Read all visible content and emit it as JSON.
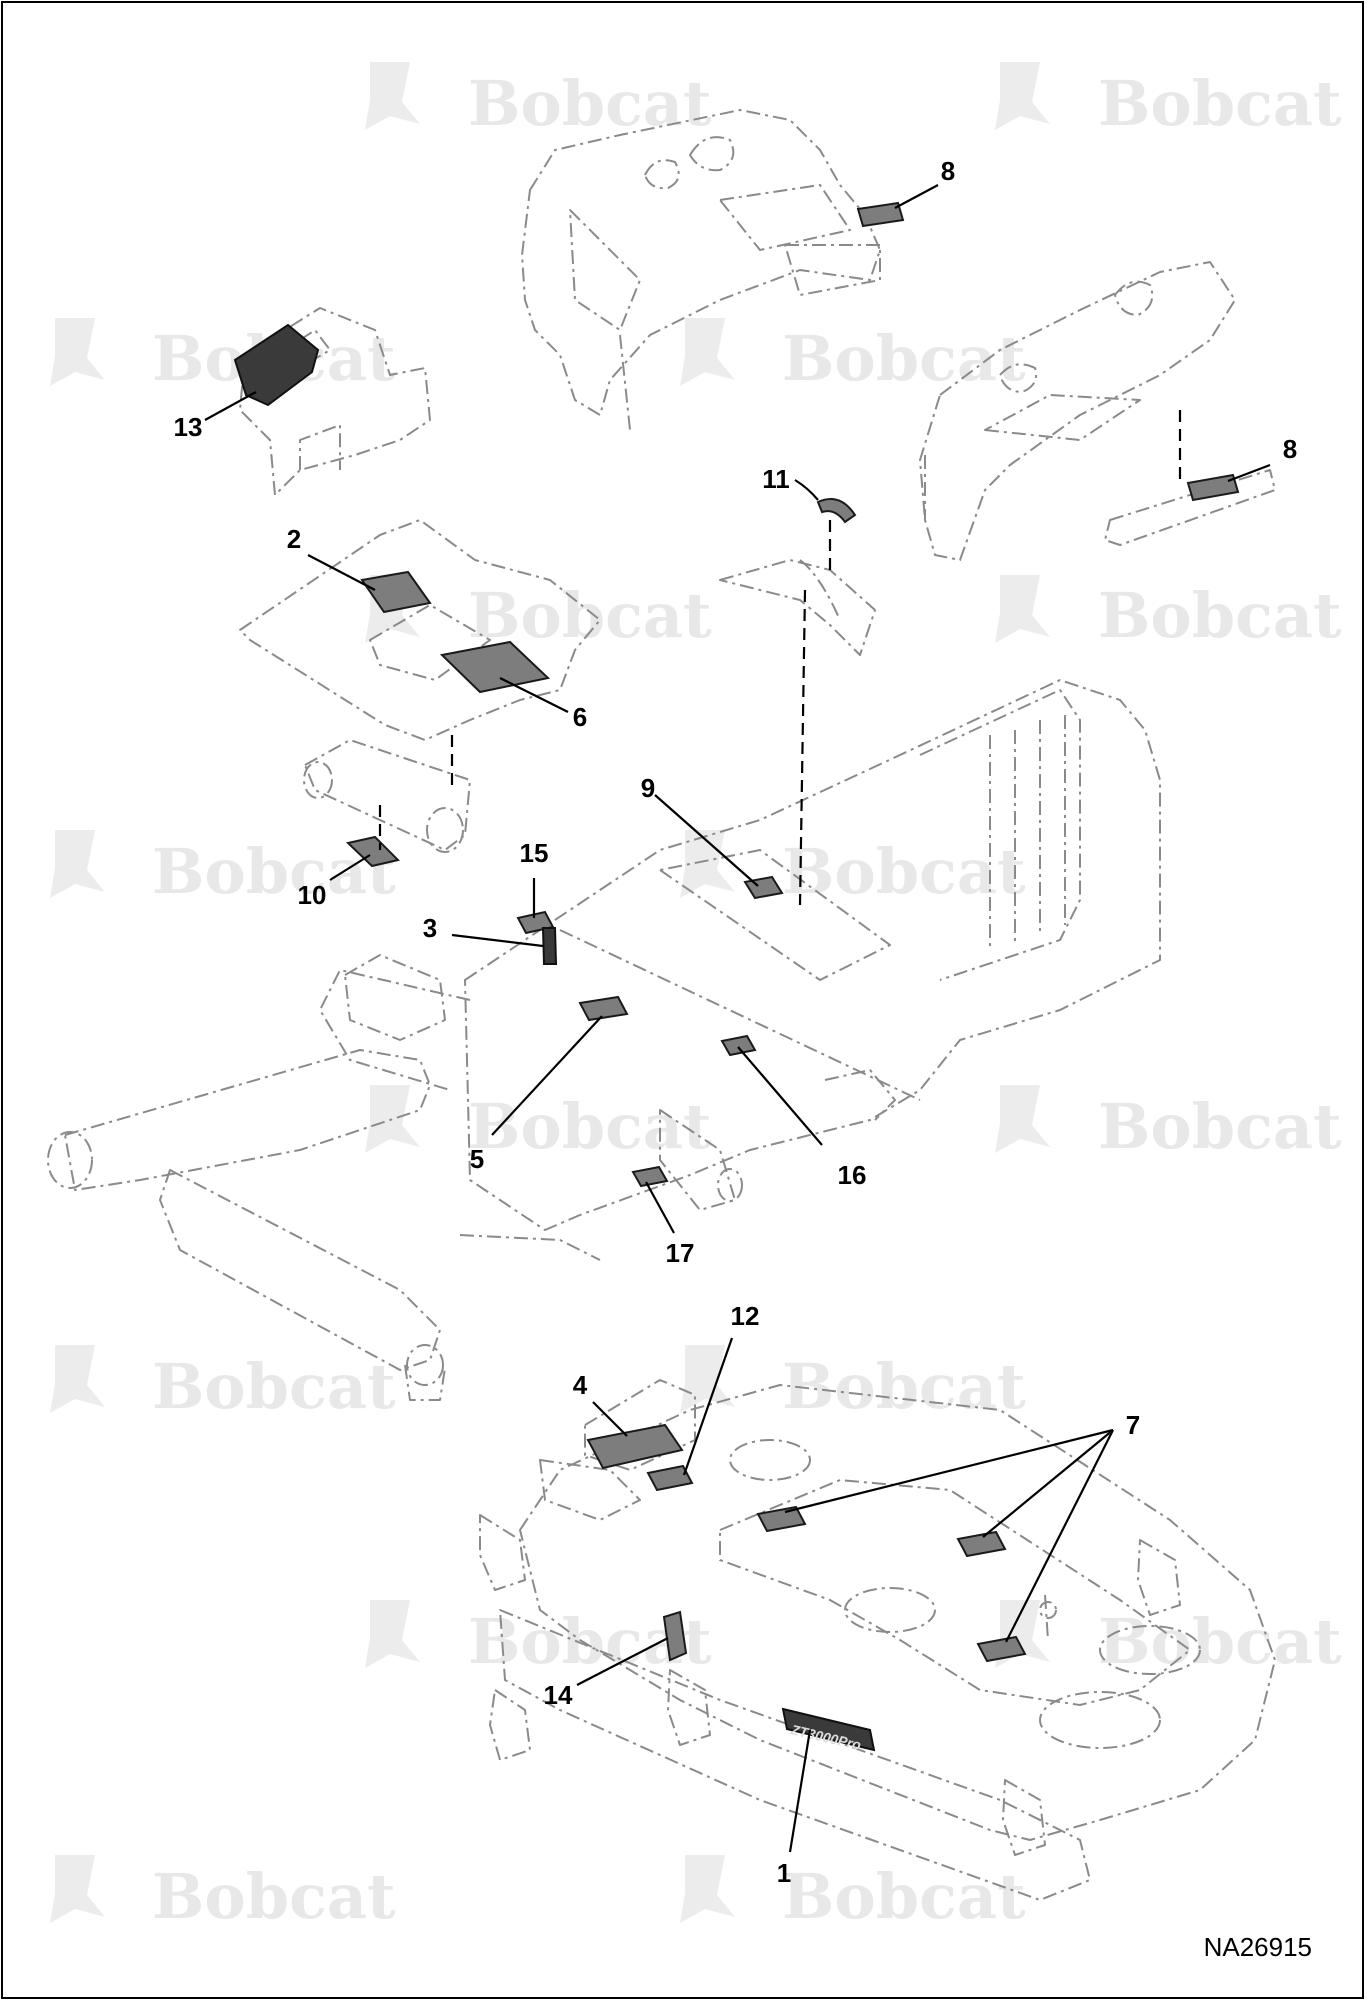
{
  "watermark": {
    "text": "Bobcat"
  },
  "diagram_code": "NA26915",
  "deck_logo_text": "ZT3000Pro",
  "callouts": [
    {
      "id": "c1",
      "label": "1"
    },
    {
      "id": "c2",
      "label": "2"
    },
    {
      "id": "c3",
      "label": "3"
    },
    {
      "id": "c4",
      "label": "4"
    },
    {
      "id": "c5",
      "label": "5"
    },
    {
      "id": "c6",
      "label": "6"
    },
    {
      "id": "c7",
      "label": "7"
    },
    {
      "id": "c8a",
      "label": "8"
    },
    {
      "id": "c8b",
      "label": "8"
    },
    {
      "id": "c9",
      "label": "9"
    },
    {
      "id": "c10",
      "label": "10"
    },
    {
      "id": "c11",
      "label": "11"
    },
    {
      "id": "c12",
      "label": "12"
    },
    {
      "id": "c13",
      "label": "13"
    },
    {
      "id": "c14",
      "label": "14"
    },
    {
      "id": "c15",
      "label": "15"
    },
    {
      "id": "c16",
      "label": "16"
    },
    {
      "id": "c17",
      "label": "17"
    }
  ]
}
